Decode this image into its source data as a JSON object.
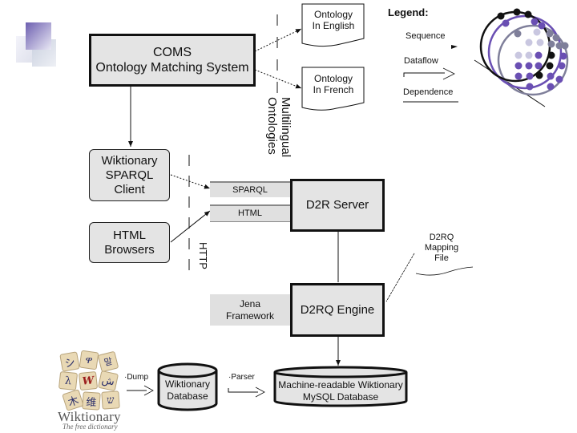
{
  "decor": {
    "corner_squares_icon": "stacked-squares-icon",
    "circles_icon": "dotted-circles-icon",
    "colors": {
      "purple": "#6a4fb3",
      "lavender": "#c9c7e0",
      "slate": "#7f7f9a",
      "black": "#111111"
    }
  },
  "diagram": {
    "coms": {
      "line1": "COMS",
      "line2": "Ontology Matching System"
    },
    "ontology_english": {
      "line1": "Ontology",
      "line2": "In English"
    },
    "ontology_french": {
      "line1": "Ontology",
      "line2": "In French"
    },
    "multilingual_label": {
      "line1": "Multilingual",
      "line2": "Ontologies"
    },
    "legend": {
      "title": "Legend:",
      "items": [
        {
          "label": "Sequence",
          "style": "arrow"
        },
        {
          "label": "Dataflow",
          "style": "open-arrow"
        },
        {
          "label": "Dependence",
          "style": "line"
        }
      ]
    },
    "wiktionary_client": {
      "line1": "Wiktionary",
      "line2": "SPARQL",
      "line3": "Client"
    },
    "html_browsers": {
      "line1": "HTML",
      "line2": "Browsers"
    },
    "http_label": "HTTP",
    "sparql_port": "SPARQL",
    "html_port": "HTML",
    "d2r_server": "D2R Server",
    "mapping_file": {
      "line1": "D2RQ",
      "line2": "Mapping",
      "line3": "File"
    },
    "jena": {
      "line1": "Jena",
      "line2": "Framework"
    },
    "d2rq_engine": "D2RQ Engine",
    "wiktionary_logo": {
      "tiles": [
        "シ",
        "ዋ",
        "말",
        "λ",
        "W",
        "ش",
        "木",
        "维",
        "ש"
      ],
      "title": "Wiktionary",
      "subtitle": "The free dictionary"
    },
    "dump_label": "·Dump",
    "wiktionary_db": {
      "line1": "Wiktionary",
      "line2": "Database"
    },
    "parser_label": "·Parser",
    "mysql_db": {
      "line1": "Machine-readable Wiktionary",
      "line2": "MySQL Database"
    }
  }
}
